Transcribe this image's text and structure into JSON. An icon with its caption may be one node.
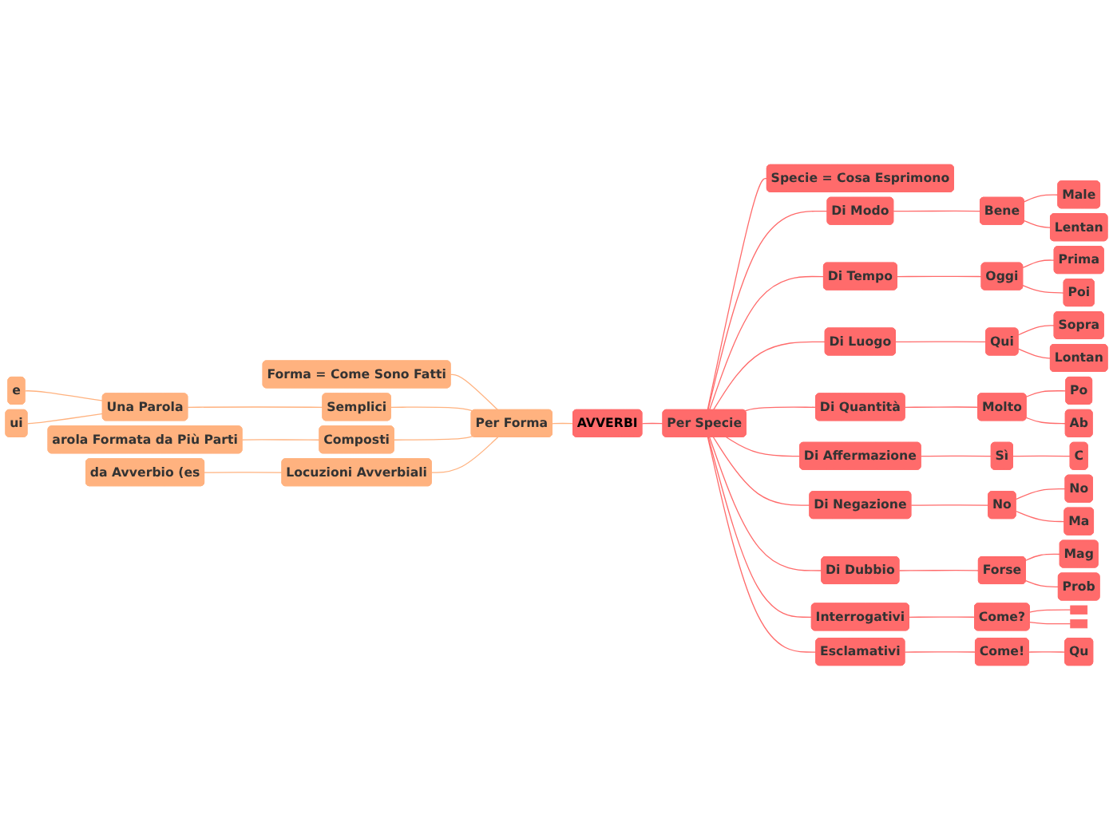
{
  "diagram": {
    "nodes": [
      {
        "text": [
          "AVVERBI"
        ]
      },
      {
        "text": [
          "Per Forma"
        ]
      },
      {
        "text": [
          "Forma = Come Sono Fatti"
        ]
      },
      {
        "text": [
          "Semplici"
        ]
      },
      {
        "text": [
          "Una Parola"
        ]
      },
      {
        "text": [
          "e"
        ]
      },
      {
        "text": [
          "ui"
        ]
      },
      {
        "text": [
          "Composti"
        ]
      },
      {
        "text": [
          "arola Formata da Più Parti"
        ]
      },
      {
        "text": [
          "Locuzioni Avverbiali"
        ]
      },
      {
        "text": [
          "da Avverbio (es"
        ]
      },
      {
        "text": [
          "Per Specie"
        ]
      },
      {
        "text": [
          "Specie = Cosa Esprimono"
        ]
      },
      {
        "text": [
          "Di Modo"
        ]
      },
      {
        "text": [
          "Bene"
        ]
      },
      {
        "text": [
          "Male"
        ]
      },
      {
        "text": [
          "Lentan"
        ]
      },
      {
        "text": [
          "Di Tempo"
        ]
      },
      {
        "text": [
          "Oggi"
        ]
      },
      {
        "text": [
          "Prima"
        ]
      },
      {
        "text": [
          "Poi"
        ]
      },
      {
        "text": [
          "Di Luogo"
        ]
      },
      {
        "text": [
          "Qui"
        ]
      },
      {
        "text": [
          "Sopra"
        ]
      },
      {
        "text": [
          "Lontan"
        ]
      },
      {
        "text": [
          "Di Quantità"
        ]
      },
      {
        "text": [
          "Molto"
        ]
      },
      {
        "text": [
          "Po"
        ]
      },
      {
        "text": [
          "Ab"
        ]
      },
      {
        "text": [
          "Di Affermazione"
        ]
      },
      {
        "text": [
          "Sì"
        ]
      },
      {
        "text": [
          "C"
        ]
      },
      {
        "text": [
          "Di Negazione"
        ]
      },
      {
        "text": [
          "No"
        ]
      },
      {
        "text": [
          "No"
        ]
      },
      {
        "text": [
          "Ma"
        ]
      },
      {
        "text": [
          "Di Dubbio"
        ]
      },
      {
        "text": [
          "Forse"
        ]
      },
      {
        "text": [
          "Mag"
        ]
      },
      {
        "text": [
          "Prob"
        ]
      },
      {
        "text": [
          "Interrogativi"
        ]
      },
      {
        "text": [
          "Come?"
        ]
      },
      {
        "text": [],
        "shape": "box"
      },
      {
        "text": [],
        "shape": "box"
      },
      {
        "text": [
          "Esclamativi"
        ]
      },
      {
        "text": [
          "Come!"
        ]
      },
      {
        "text": [
          "Qu"
        ]
      }
    ],
    "edges": [
      {
        "from": 0,
        "to": 1,
        "arrow": "none",
        "color": "#ffb27f"
      },
      {
        "from": 1,
        "to": 2,
        "arrow": "none",
        "color": "#ffb27f"
      },
      {
        "from": 1,
        "to": 3,
        "arrow": "none",
        "color": "#ffb27f"
      },
      {
        "from": 3,
        "to": 4,
        "arrow": "none",
        "color": "#ffb27f"
      },
      {
        "from": 4,
        "to": 5,
        "arrow": "none",
        "color": "#ffb27f"
      },
      {
        "from": 4,
        "to": 6,
        "arrow": "none",
        "color": "#ffb27f"
      },
      {
        "from": 1,
        "to": 7,
        "arrow": "none",
        "color": "#ffb27f"
      },
      {
        "from": 7,
        "to": 8,
        "arrow": "none",
        "color": "#ffb27f"
      },
      {
        "from": 1,
        "to": 9,
        "arrow": "none",
        "color": "#ffb27f"
      },
      {
        "from": 9,
        "to": 10,
        "arrow": "none",
        "color": "#ffb27f"
      },
      {
        "from": 0,
        "to": 11,
        "arrow": "none"
      },
      {
        "from": 11,
        "to": 12,
        "arrow": "none"
      },
      {
        "from": 11,
        "to": 13,
        "arrow": "none"
      },
      {
        "from": 13,
        "to": 14,
        "arrow": "none"
      },
      {
        "from": 14,
        "to": 15,
        "arrow": "none"
      },
      {
        "from": 14,
        "to": 16,
        "arrow": "none"
      },
      {
        "from": 11,
        "to": 17,
        "arrow": "none"
      },
      {
        "from": 17,
        "to": 18,
        "arrow": "none"
      },
      {
        "from": 18,
        "to": 19,
        "arrow": "none"
      },
      {
        "from": 18,
        "to": 20,
        "arrow": "none"
      },
      {
        "from": 11,
        "to": 21,
        "arrow": "none"
      },
      {
        "from": 21,
        "to": 22,
        "arrow": "none"
      },
      {
        "from": 22,
        "to": 23,
        "arrow": "none"
      },
      {
        "from": 22,
        "to": 24,
        "arrow": "none"
      },
      {
        "from": 11,
        "to": 25,
        "arrow": "none"
      },
      {
        "from": 25,
        "to": 26,
        "arrow": "none"
      },
      {
        "from": 26,
        "to": 27,
        "arrow": "none"
      },
      {
        "from": 26,
        "to": 28,
        "arrow": "none"
      },
      {
        "from": 11,
        "to": 29,
        "arrow": "none"
      },
      {
        "from": 29,
        "to": 30,
        "arrow": "none"
      },
      {
        "from": 30,
        "to": 31,
        "arrow": "none"
      },
      {
        "from": 11,
        "to": 32,
        "arrow": "none"
      },
      {
        "from": 32,
        "to": 33,
        "arrow": "none"
      },
      {
        "from": 33,
        "to": 34,
        "arrow": "none"
      },
      {
        "from": 33,
        "to": 35,
        "arrow": "none"
      },
      {
        "from": 11,
        "to": 36,
        "arrow": "none"
      },
      {
        "from": 36,
        "to": 37,
        "arrow": "none"
      },
      {
        "from": 37,
        "to": 38,
        "arrow": "none"
      },
      {
        "from": 37,
        "to": 39,
        "arrow": "none"
      },
      {
        "from": 11,
        "to": 40,
        "arrow": "none"
      },
      {
        "from": 40,
        "to": 41,
        "arrow": "none"
      },
      {
        "from": 41,
        "to": 42,
        "arrow": "none"
      },
      {
        "from": 41,
        "to": 43,
        "arrow": "none"
      },
      {
        "from": 11,
        "to": 44,
        "arrow": "none"
      },
      {
        "from": 44,
        "to": 45,
        "arrow": "none"
      },
      {
        "from": 45,
        "to": 46,
        "arrow": "none"
      }
    ]
  }
}
